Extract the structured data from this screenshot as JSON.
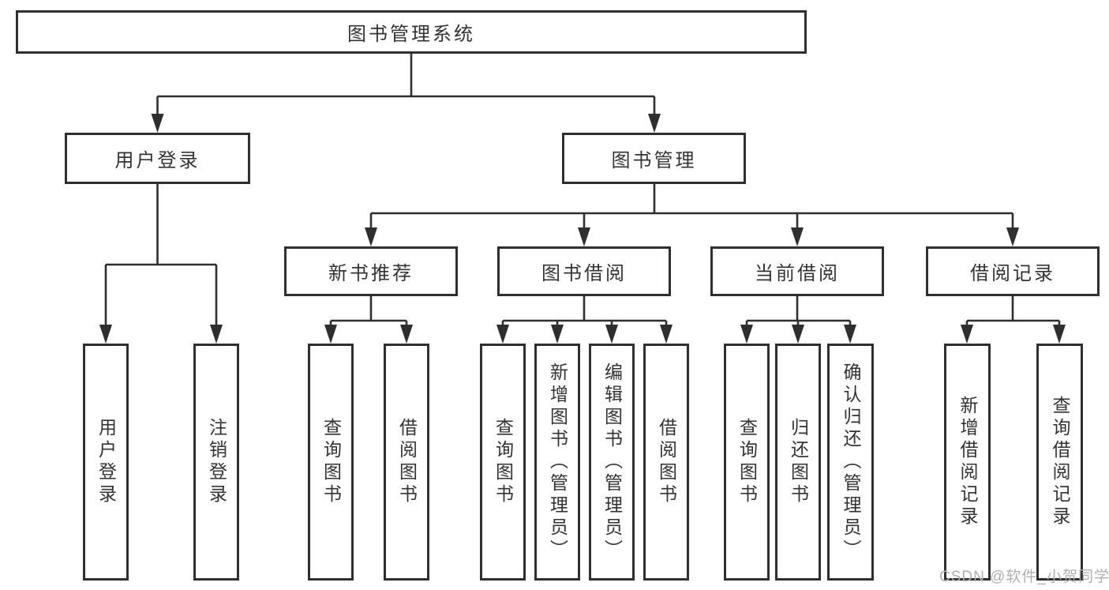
{
  "colors": {
    "line": "#2f2f2f",
    "text": "#333333",
    "background": "#ffffff",
    "watermark": "#b0b0b0"
  },
  "tree": {
    "root": "图书管理系统",
    "children": [
      {
        "label": "用户登录",
        "children": [
          "用户登录",
          "注销登录"
        ]
      },
      {
        "label": "图书管理",
        "children": [
          {
            "label": "新书推荐",
            "children": [
              "查询图书",
              "借阅图书"
            ]
          },
          {
            "label": "图书借阅",
            "children": [
              "查询图书",
              "新增图书（管理员）",
              "编辑图书（管理员）",
              "借阅图书"
            ]
          },
          {
            "label": "当前借阅",
            "children": [
              "查询图书",
              "归还图书",
              "确认归还（管理员）"
            ]
          },
          {
            "label": "借阅记录",
            "children": [
              "新增借阅记录",
              "查询借阅记录"
            ]
          }
        ]
      }
    ]
  },
  "watermark": {
    "text": "CSDN @软件_小贺同学"
  }
}
